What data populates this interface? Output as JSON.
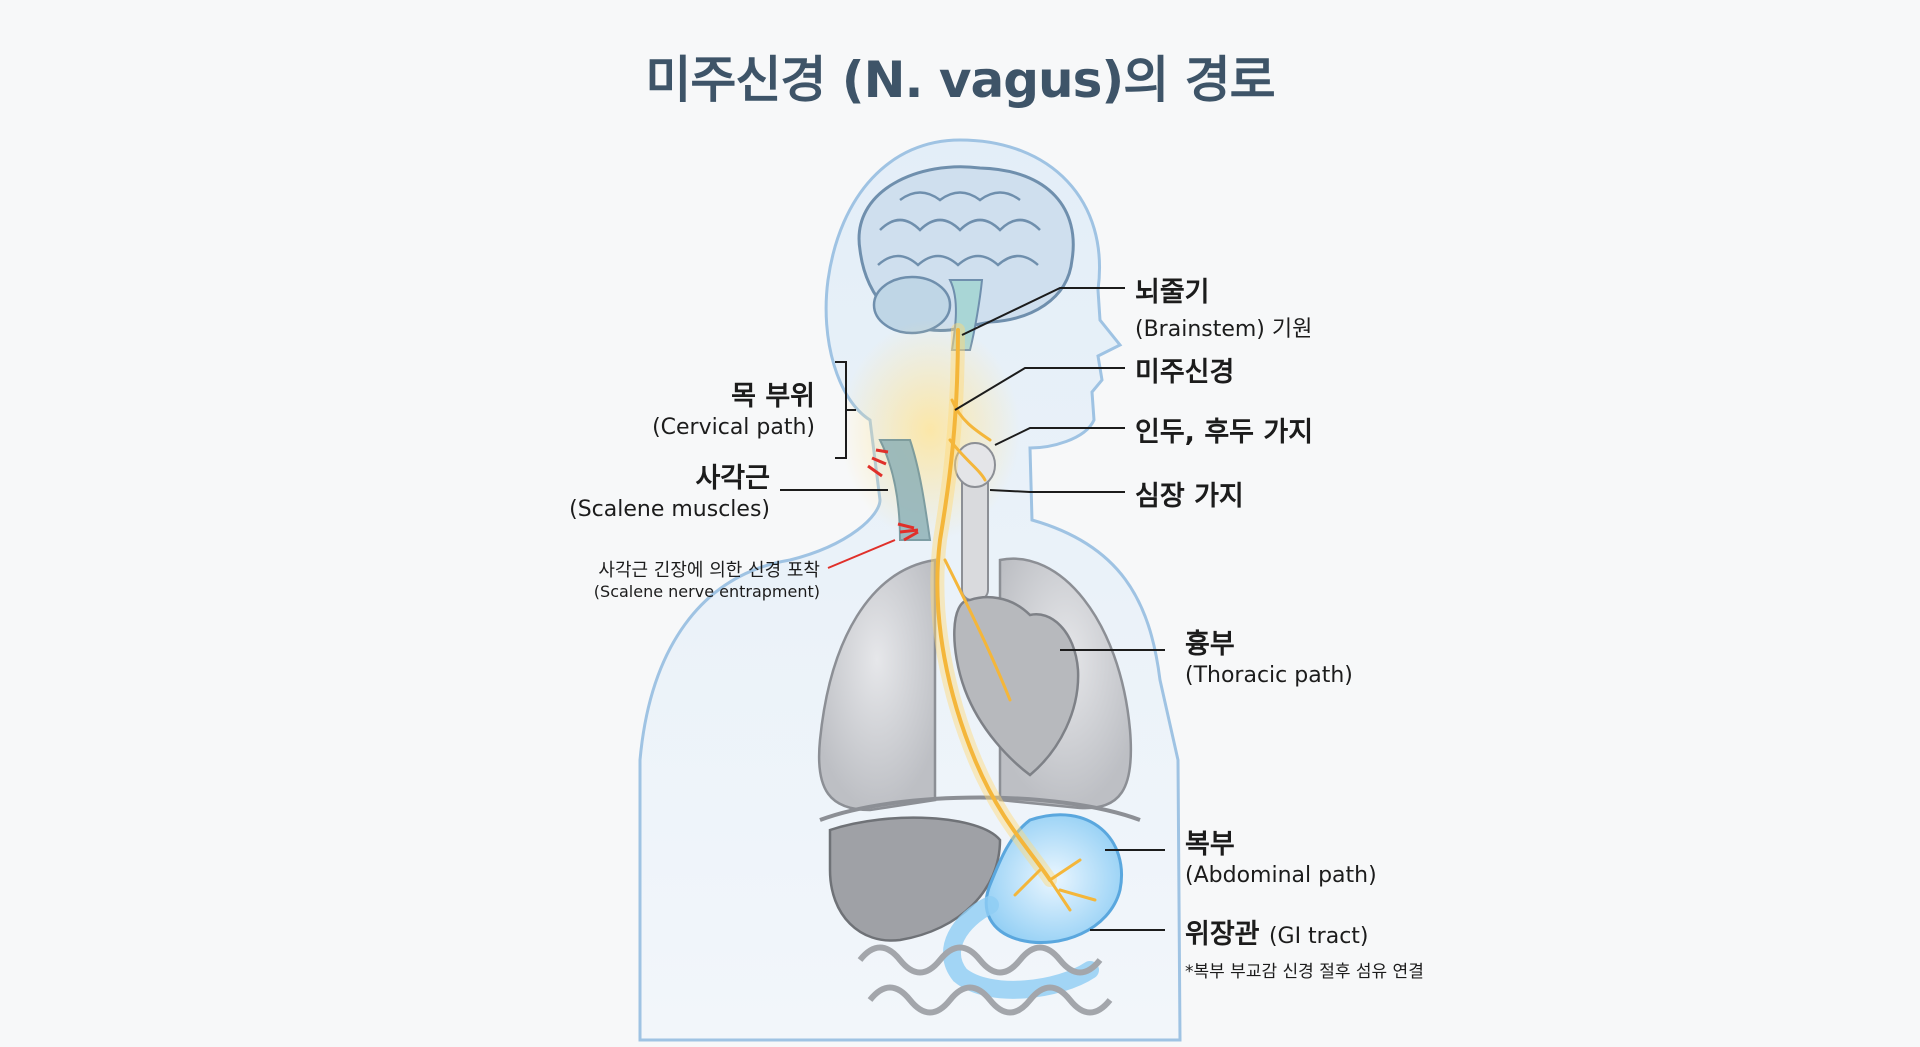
{
  "title": "미주신경 (N. vagus)의 경로",
  "labels": {
    "brainstem": {
      "ko": "뇌줄기",
      "en": "(Brainstem) 기원"
    },
    "vagus": {
      "ko": "미주신경"
    },
    "pharynx": {
      "ko": "인두, 후두 가지"
    },
    "cardiac": {
      "ko": "심장 가지"
    },
    "cervical": {
      "ko": "목 부위",
      "en": "(Cervical path)"
    },
    "scalene": {
      "ko": "사각근",
      "en": "(Scalene muscles)"
    },
    "entrapment": {
      "ko": "사각근 긴장에 의한 신경 포착",
      "en": "(Scalene nerve entrapment)"
    },
    "thoracic": {
      "ko": "흉부",
      "en": "(Thoracic path)"
    },
    "abdominal": {
      "ko": "복부",
      "en": "(Abdominal path)"
    },
    "gi": {
      "ko": "위장관",
      "en": "(GI tract)",
      "note": "*복부 부교감 신경 절후 섬유 연결"
    }
  },
  "colors": {
    "title": "#3e5468",
    "nerve": "#f4b63a",
    "body_outline": "#9fc3e3",
    "organ": "#b9bcc2",
    "highlight": "#e0302a",
    "leader": "#1c1c1c"
  }
}
